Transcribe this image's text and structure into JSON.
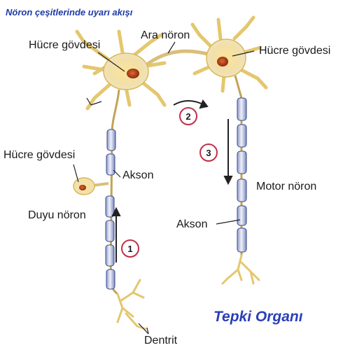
{
  "title": "Nöron çeşitlerinde uyarı akışı",
  "labels": {
    "ara_noron": "Ara nöron",
    "hucre_govdesi_left": "Hücre gövdesi",
    "hucre_govdesi_right": "Hücre gövdesi",
    "hucre_govdesi_sensory": "Hücre gövdesi",
    "akson_left": "Akson",
    "akson_right": "Akson",
    "duyu_noron": "Duyu nöron",
    "motor_noron": "Motor nöron",
    "dentrit": "Dentrit",
    "tepki_organi": "Tepki Organı"
  },
  "steps": [
    {
      "number": "1"
    },
    {
      "number": "2"
    },
    {
      "number": "3"
    }
  ],
  "colors": {
    "title": "#1f3aa6",
    "organ": "#2b3fb8",
    "cell_body": "#f3e2a6",
    "cell_glow": "#f7d36a",
    "nucleus": "#c94a1a",
    "axon_segment": "#c9d3ef",
    "axon_outline": "#3a4a8a",
    "node": "#e8c45a",
    "step_circle": "#c0304a"
  }
}
